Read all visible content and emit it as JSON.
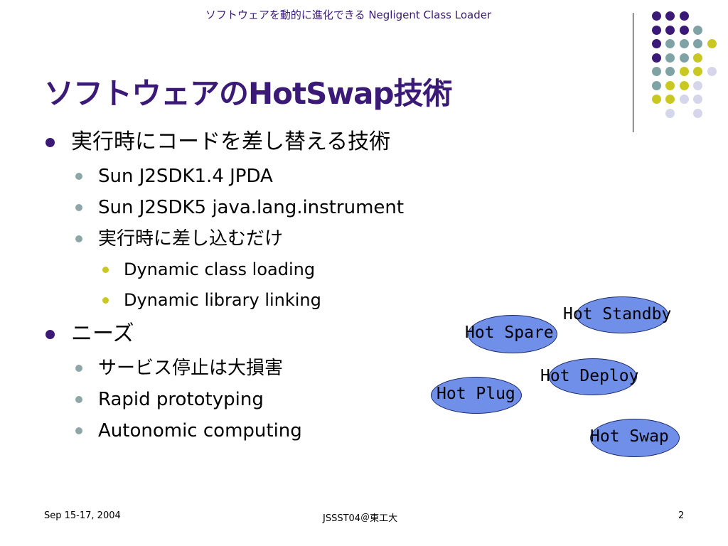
{
  "header": {
    "text": "ソフトウェアを動的に進化できる Negligent Class Loader"
  },
  "title": "ソフトウェアのHotSwap技術",
  "bullets": [
    {
      "level": 1,
      "text": "実行時にコードを差し替える技術"
    },
    {
      "level": 2,
      "text": "Sun J2SDK1.4 JPDA"
    },
    {
      "level": 2,
      "text": "Sun J2SDK5 java.lang.instrument"
    },
    {
      "level": 2,
      "text": "実行時に差し込むだけ"
    },
    {
      "level": 3,
      "text": "Dynamic class loading"
    },
    {
      "level": 3,
      "text": "Dynamic library linking"
    },
    {
      "level": 1,
      "text": "ニーズ"
    },
    {
      "level": 2,
      "text": "サービス停止は大損害"
    },
    {
      "level": 2,
      "text": "Rapid prototyping"
    },
    {
      "level": 2,
      "text": "Autonomic computing"
    }
  ],
  "bubbles": {
    "hot_standby": "Hot Standby",
    "hot_spare": "Hot Spare",
    "hot_deploy": "Hot Deploy",
    "hot_plug": "Hot Plug",
    "hot_swap": "Hot Swap"
  },
  "footer": {
    "date": "Sep 15-17, 2004",
    "venue": "JSSST04＠東工大",
    "page": "2"
  },
  "colors": {
    "purple": "#3b1a77",
    "teal": "#7fa3a5",
    "yellow": "#c8c820",
    "lavender": "#d6d6ea",
    "bubble": "#6f8fe8"
  }
}
